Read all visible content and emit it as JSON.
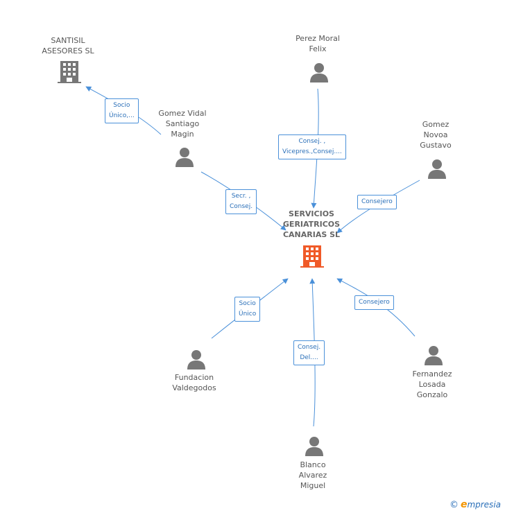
{
  "center": {
    "label": "SERVICIOS\nGERIATRICOS\nCANARIAS SL",
    "color": "#f05a28"
  },
  "company_santisil": {
    "label": "SANTISIL\nASESORES SL",
    "color": "#777777"
  },
  "persons": {
    "perez": "Perez Moral\nFelix",
    "gomez_vidal": "Gomez Vidal\nSantiago\nMagin",
    "gomez_novoa": "Gomez\nNovoa\nGustavo",
    "fundacion": "Fundacion\nValdegodos",
    "fernandez": "Fernandez\nLosada\nGonzalo",
    "blanco": "Blanco\nAlvarez\nMiguel"
  },
  "edges": {
    "socio_unico_santisil": "Socio\nÚnico,...",
    "consej_vicepres": "Consej. ,\nVicepres.,Consej....",
    "secr_consej": "Secr. ,\nConsej.",
    "consejero_novoa": "Consejero",
    "socio_unico_fundacion": "Socio\nÚnico",
    "consej_del": "Consej.\nDel....",
    "consejero_fernandez": "Consejero"
  },
  "footer": {
    "copyright": "©",
    "brand_e": "e",
    "brand_rest": "mpresia"
  },
  "colors": {
    "edge": "#4a90d9",
    "person": "#777777"
  }
}
